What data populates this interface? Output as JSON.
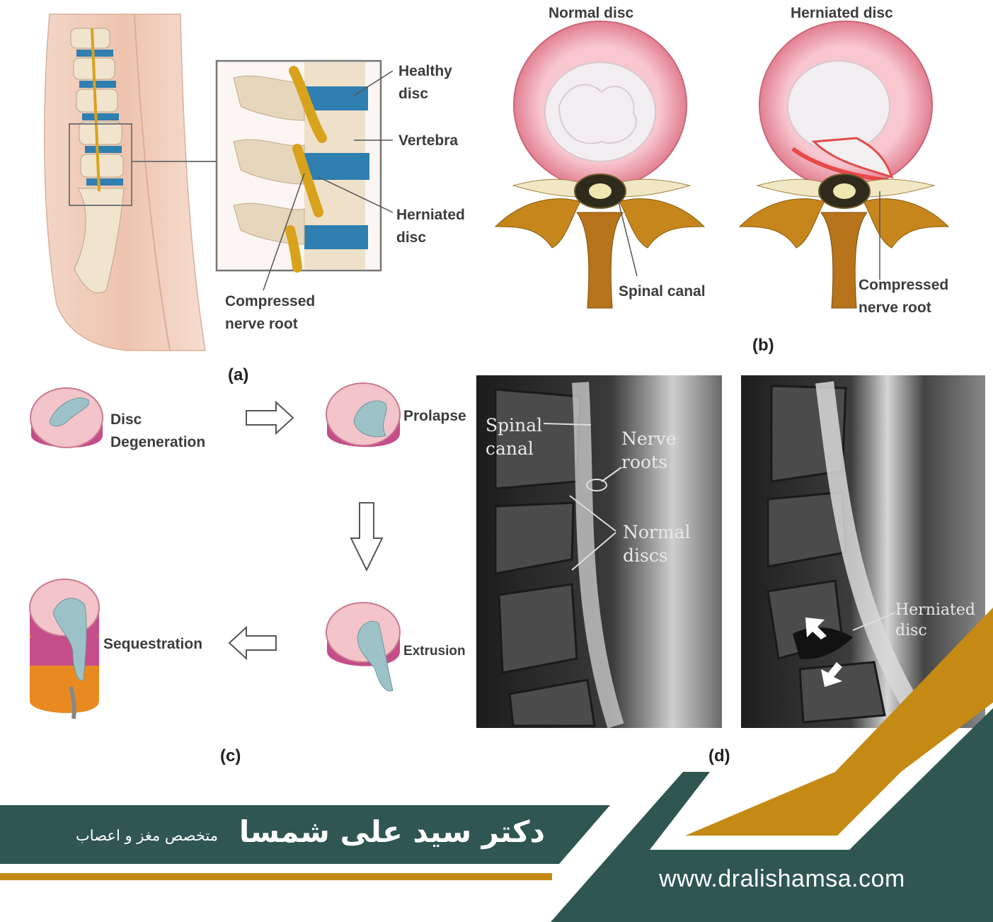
{
  "panel_a": {
    "letter": "(a)",
    "labels": {
      "healthy_disc": "Healthy\ndisc",
      "vertebra": "Vertebra",
      "herniated_disc": "Herniated\ndisc",
      "compressed_nerve_root": "Compressed\nnerve root"
    }
  },
  "panel_b": {
    "letter": "(b)",
    "titles": {
      "normal": "Normal disc",
      "herniated": "Herniated disc"
    },
    "labels": {
      "spinal_canal": "Spinal canal",
      "compressed_nerve_root": "Compressed\nnerve root"
    }
  },
  "panel_c": {
    "letter": "(c)",
    "stages": {
      "degeneration": "Disc\nDegeneration",
      "prolapse": "Prolapse",
      "extrusion": "Extrusion",
      "sequestration": "Sequestration"
    }
  },
  "panel_d": {
    "letter": "(d)",
    "labels": {
      "spinal_canal": "Spinal\ncanal",
      "nerve_roots": "Nerve\nroots",
      "normal_discs": "Normal\ndiscs",
      "herniated_disc": "Herniated\ndisc"
    }
  },
  "banner": {
    "name": "دکتر سید علی شمسا",
    "subtitle": "متخصص مغز و اعصاب",
    "website": "www.dralishamsa.com"
  },
  "colors": {
    "teal": "#2f5651",
    "gold": "#c58a14",
    "disc_blue": "#2f7fb1",
    "nerve_gold": "#d9a21c",
    "disc_pink": "#e58a98",
    "mri_dark": "#2a2a2a"
  }
}
